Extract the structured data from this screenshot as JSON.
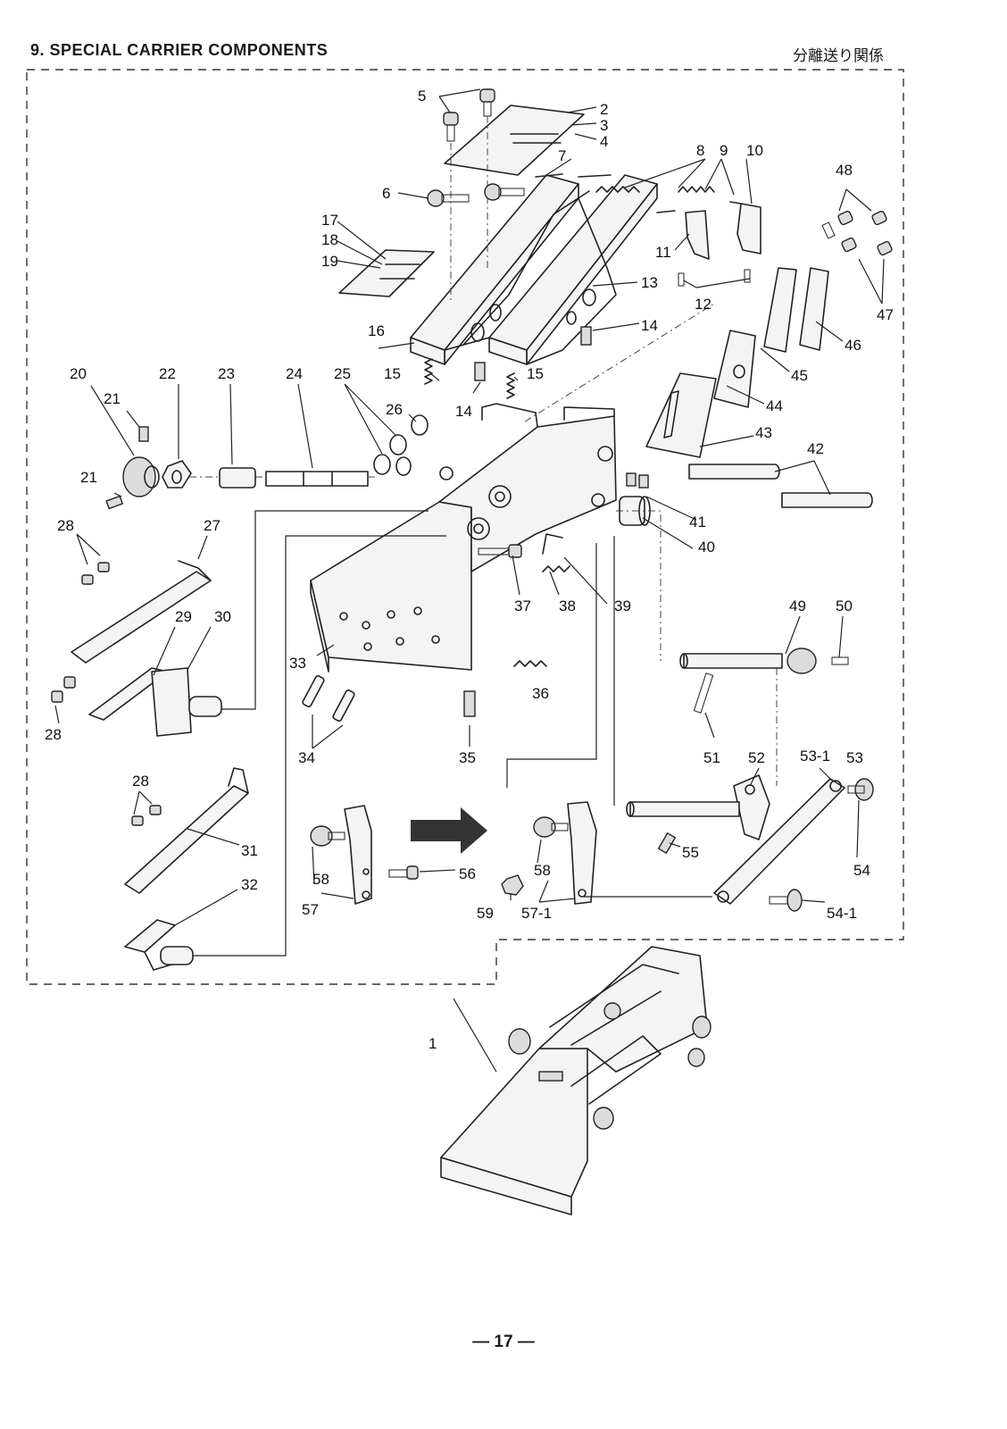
{
  "header": {
    "title": "9. SPECIAL CARRIER COMPONENTS",
    "title_jp": "分離送り関係"
  },
  "page_number": "— 17 —",
  "parts": [
    {
      "id": "p1",
      "label": "1"
    },
    {
      "id": "p2",
      "label": "2"
    },
    {
      "id": "p3",
      "label": "3"
    },
    {
      "id": "p4",
      "label": "4"
    },
    {
      "id": "p5",
      "label": "5"
    },
    {
      "id": "p6",
      "label": "6"
    },
    {
      "id": "p7",
      "label": "7"
    },
    {
      "id": "p8",
      "label": "8"
    },
    {
      "id": "p9",
      "label": "9"
    },
    {
      "id": "p10",
      "label": "10"
    },
    {
      "id": "p11",
      "label": "11"
    },
    {
      "id": "p12",
      "label": "12"
    },
    {
      "id": "p13",
      "label": "13"
    },
    {
      "id": "p14a",
      "label": "14"
    },
    {
      "id": "p14b",
      "label": "14"
    },
    {
      "id": "p15a",
      "label": "15"
    },
    {
      "id": "p15b",
      "label": "15"
    },
    {
      "id": "p16",
      "label": "16"
    },
    {
      "id": "p17",
      "label": "17"
    },
    {
      "id": "p18",
      "label": "18"
    },
    {
      "id": "p19",
      "label": "19"
    },
    {
      "id": "p20",
      "label": "20"
    },
    {
      "id": "p21a",
      "label": "21"
    },
    {
      "id": "p21b",
      "label": "21"
    },
    {
      "id": "p22",
      "label": "22"
    },
    {
      "id": "p23",
      "label": "23"
    },
    {
      "id": "p24",
      "label": "24"
    },
    {
      "id": "p25",
      "label": "25"
    },
    {
      "id": "p26",
      "label": "26"
    },
    {
      "id": "p27",
      "label": "27"
    },
    {
      "id": "p28a",
      "label": "28"
    },
    {
      "id": "p28b",
      "label": "28"
    },
    {
      "id": "p28c",
      "label": "28"
    },
    {
      "id": "p29",
      "label": "29"
    },
    {
      "id": "p30",
      "label": "30"
    },
    {
      "id": "p31",
      "label": "31"
    },
    {
      "id": "p32",
      "label": "32"
    },
    {
      "id": "p33",
      "label": "33"
    },
    {
      "id": "p34",
      "label": "34"
    },
    {
      "id": "p35",
      "label": "35"
    },
    {
      "id": "p36",
      "label": "36"
    },
    {
      "id": "p37",
      "label": "37"
    },
    {
      "id": "p38",
      "label": "38"
    },
    {
      "id": "p39",
      "label": "39"
    },
    {
      "id": "p40",
      "label": "40"
    },
    {
      "id": "p41",
      "label": "41"
    },
    {
      "id": "p42",
      "label": "42"
    },
    {
      "id": "p43",
      "label": "43"
    },
    {
      "id": "p44",
      "label": "44"
    },
    {
      "id": "p45",
      "label": "45"
    },
    {
      "id": "p46",
      "label": "46"
    },
    {
      "id": "p47",
      "label": "47"
    },
    {
      "id": "p48",
      "label": "48"
    },
    {
      "id": "p49",
      "label": "49"
    },
    {
      "id": "p50",
      "label": "50"
    },
    {
      "id": "p51",
      "label": "51"
    },
    {
      "id": "p52",
      "label": "52"
    },
    {
      "id": "p53",
      "label": "53"
    },
    {
      "id": "p53_1",
      "label": "53-1"
    },
    {
      "id": "p54",
      "label": "54"
    },
    {
      "id": "p54_1",
      "label": "54-1"
    },
    {
      "id": "p55",
      "label": "55"
    },
    {
      "id": "p56",
      "label": "56"
    },
    {
      "id": "p57",
      "label": "57"
    },
    {
      "id": "p57_1",
      "label": "57-1"
    },
    {
      "id": "p58a",
      "label": "58"
    },
    {
      "id": "p58b",
      "label": "58"
    },
    {
      "id": "p59",
      "label": "59"
    }
  ]
}
